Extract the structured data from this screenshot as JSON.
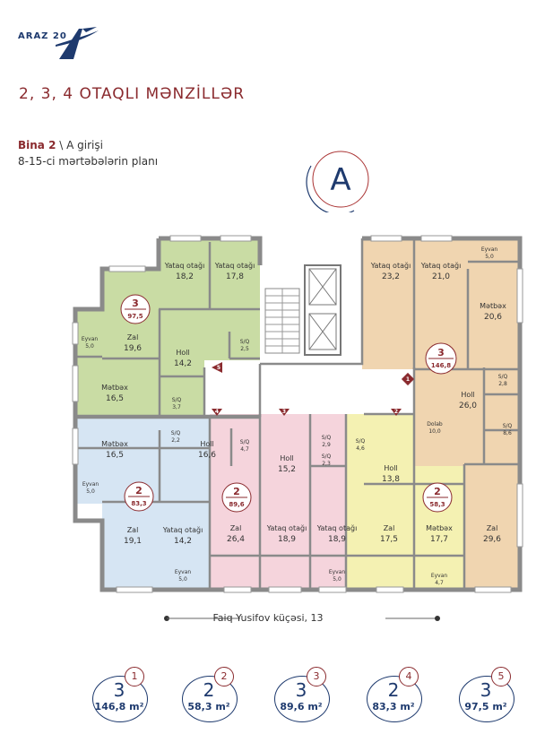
{
  "logo": {
    "text": "ARAZ 20"
  },
  "header": {
    "title": "2, 3, 4 OTAQLI MƏNZİLLƏR",
    "building_label": "Bina 2",
    "entrance": " \\ A girişi",
    "floors": "8-15-ci mərtəbələrin planı",
    "entrance_letter": "A"
  },
  "street": "Faiq Yusifov küçəsi, 13",
  "rooms": {
    "r_yataq_182": "Yataq otağı",
    "v_yataq_182": "18,2",
    "r_yataq_178": "Yataq otağı",
    "v_yataq_178": "17,8",
    "r_eyvan_l": "Eyvan",
    "v_eyvan_l": "5,0",
    "r_zal_196": "Zal",
    "v_zal_196": "19,6",
    "r_holl_142": "Holl",
    "v_holl_142": "14,2",
    "r_sq_25": "S/Q",
    "v_sq_25": "2,5",
    "r_metbex_165a": "Mətbəx",
    "v_metbex_165a": "16,5",
    "r_sq_37": "S/Q",
    "v_sq_37": "3,7",
    "r_metbex_165b": "Mətbəx",
    "v_metbex_165b": "16,5",
    "r_sq_22": "S/Q",
    "v_sq_22": "2,2",
    "r_holl_166": "Holl",
    "v_holl_166": "16,6",
    "r_sq_47": "S/Q",
    "v_sq_47": "4,7",
    "r_eyvan_b": "Eyvan",
    "v_eyvan_b": "5,0",
    "r_zal_191": "Zal",
    "v_zal_191": "19,1",
    "r_yataq_142": "Yataq otağı",
    "v_yataq_142": "14,2",
    "r_eyvan_c": "Eyvan",
    "v_eyvan_c": "5,0",
    "r_sq_29": "S/Q",
    "v_sq_29": "2,9",
    "r_sq_23": "S/Q",
    "v_sq_23": "2,3",
    "r_holl_152": "Holl",
    "v_holl_152": "15,2",
    "r_zal_264": "Zal",
    "v_zal_264": "26,4",
    "r_yataq_189a": "Yataq otağı",
    "v_yataq_189a": "18,9",
    "r_yataq_189b": "Yataq otağı",
    "v_yataq_189b": "18,9",
    "r_eyvan_p": "Eyvan",
    "v_eyvan_p": "5,0",
    "r_sq_46": "S/Q",
    "v_sq_46": "4,6",
    "r_holl_138": "Holl",
    "v_holl_138": "13,8",
    "r_zal_175": "Zal",
    "v_zal_175": "17,5",
    "r_metbex_177": "Mətbəx",
    "v_metbex_177": "17,7",
    "r_eyvan_y": "Eyvan",
    "v_eyvan_y": "4,7",
    "r_yataq_232": "Yataq otağı",
    "v_yataq_232": "23,2",
    "r_yataq_210": "Yataq otağı",
    "v_yataq_210": "21,0",
    "r_eyvan_o": "Eyvan",
    "v_eyvan_o": "5,0",
    "r_metbex_206": "Mətbəx",
    "v_metbex_206": "20,6",
    "r_sq_28": "S/Q",
    "v_sq_28": "2,8",
    "r_holl_260": "Holl",
    "v_holl_260": "26,0",
    "r_dolab": "Dolab",
    "v_dolab": "10,0",
    "r_sq_86": "S/Q",
    "v_sq_86": "8,6",
    "r_zal_296": "Zal",
    "v_zal_296": "29,6"
  },
  "badges": {
    "green": {
      "rooms": "3",
      "area": "97,5"
    },
    "orange": {
      "rooms": "3",
      "area": "146,8"
    },
    "blue": {
      "rooms": "2",
      "area": "83,3"
    },
    "pink": {
      "rooms": "2",
      "area": "89,6"
    },
    "yellow": {
      "rooms": "2",
      "area": "58,3"
    }
  },
  "entrances": [
    "1",
    "2",
    "3",
    "4",
    "5"
  ],
  "legend": [
    {
      "index": "1",
      "rooms": "3",
      "area": "146,8 m²"
    },
    {
      "index": "2",
      "rooms": "2",
      "area": "58,3 m²"
    },
    {
      "index": "3",
      "rooms": "3",
      "area": "89,6 m²"
    },
    {
      "index": "4",
      "rooms": "2",
      "area": "83,3 m²"
    },
    {
      "index": "5",
      "rooms": "3",
      "area": "97,5 m²"
    }
  ],
  "colors": {
    "green": "#c9dca4",
    "orange": "#f0d5b0",
    "blue": "#d6e5f3",
    "pink": "#f5d4dc",
    "yellow": "#f4f1b2",
    "wall": "#8a8a8a",
    "accent": "#8a2a2e",
    "navy": "#1e3a6e"
  }
}
